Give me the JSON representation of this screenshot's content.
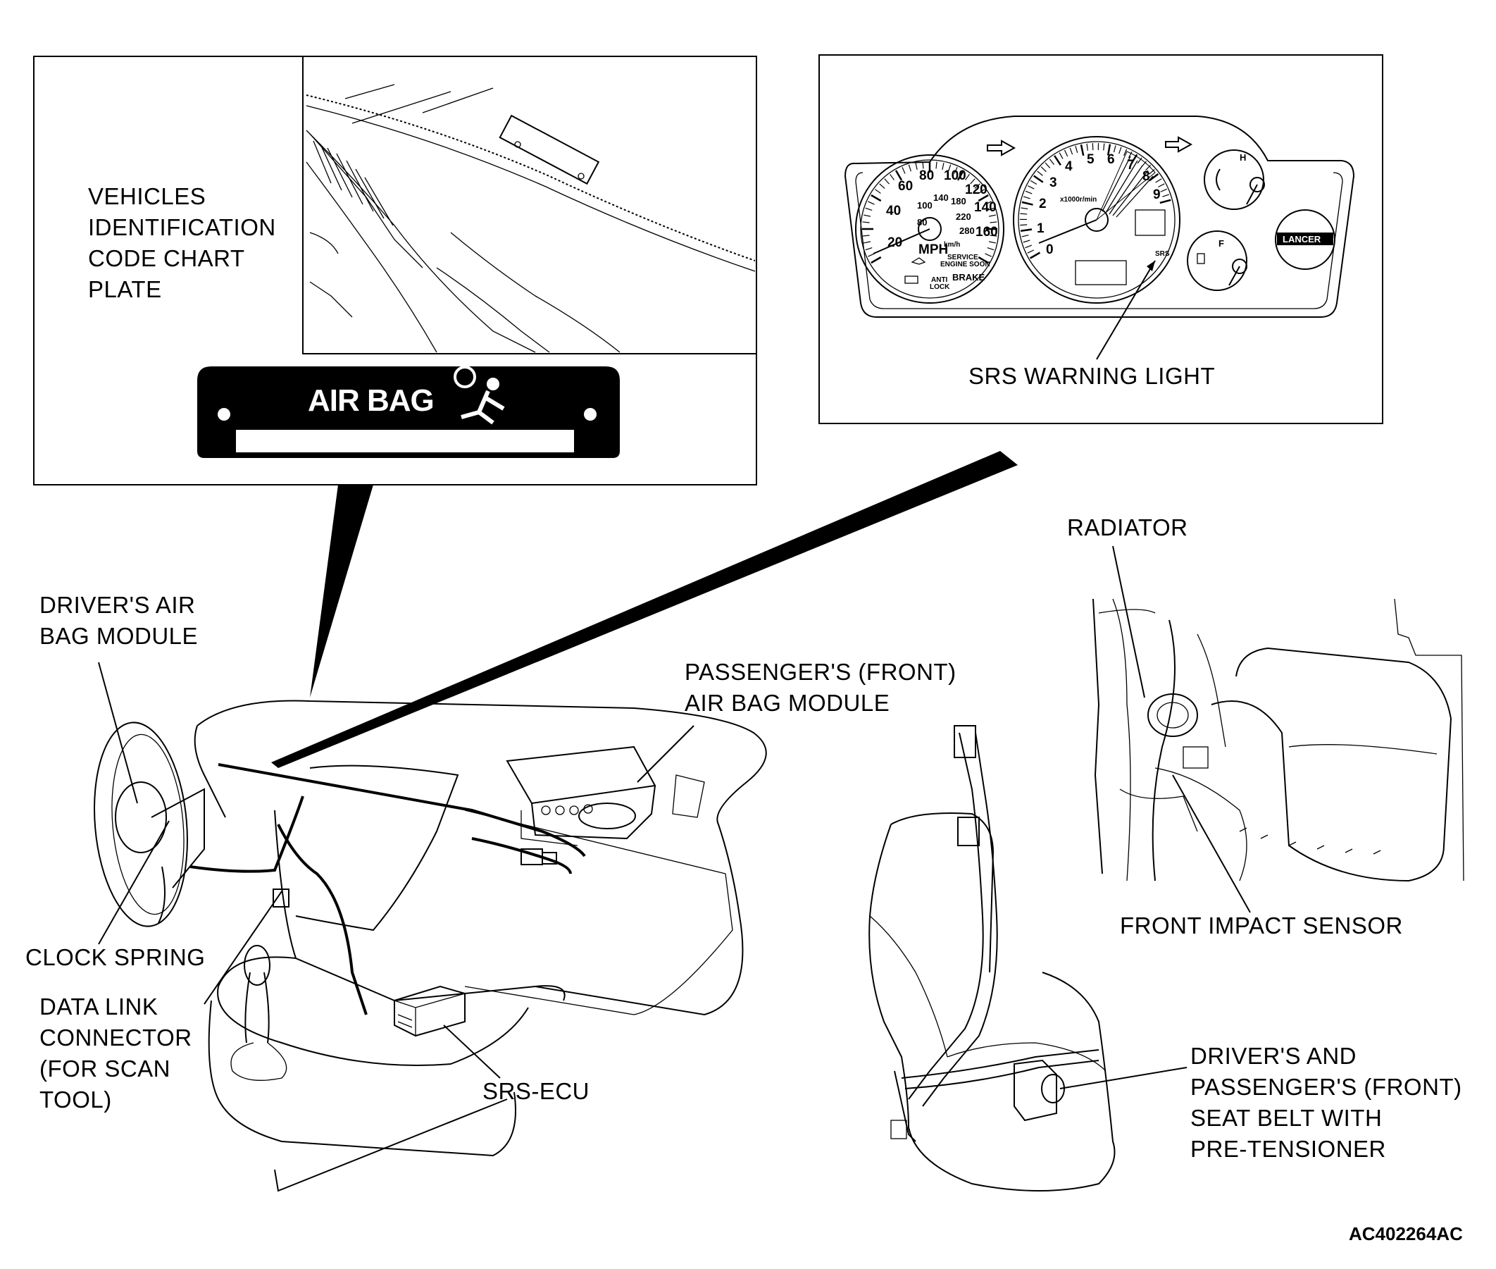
{
  "labels": {
    "vin_plate": [
      "VEHICLES",
      "IDENTIFICATION",
      "CODE CHART",
      "PLATE"
    ],
    "air_bag_plate": "AIR BAG",
    "srs_warning_light": "SRS WARNING LIGHT",
    "drivers_air_bag": [
      "DRIVER'S AIR",
      "BAG MODULE"
    ],
    "passengers_air_bag": [
      "PASSENGER'S (FRONT)",
      "AIR BAG MODULE"
    ],
    "radiator": "RADIATOR",
    "front_impact_sensor": "FRONT IMPACT SENSOR",
    "clock_spring": "CLOCK SPRING",
    "data_link_connector": [
      "DATA LINK",
      "CONNECTOR",
      "(FOR SCAN",
      "TOOL)"
    ],
    "srs_ecu": "SRS-ECU",
    "seat_belt": [
      "DRIVER'S AND",
      "PASSENGER'S (FRONT)",
      "SEAT BELT WITH",
      "PRE-TENSIONER"
    ],
    "figure_code": "AC402264AC"
  },
  "cluster": {
    "speed_mph": [
      "20",
      "40",
      "60",
      "80",
      "100",
      "120",
      "140",
      "160"
    ],
    "speed_kmh": [
      "80",
      "100",
      "140",
      "180",
      "220",
      "280"
    ],
    "rpm": [
      "0",
      "1",
      "2",
      "3",
      "4",
      "5",
      "6",
      "7",
      "8",
      "9"
    ],
    "mph": "MPH",
    "kmh": "km/h",
    "rpm_unit": "x1000r/min",
    "brake": "BRAKE",
    "anti_lock": [
      "ANTI",
      "LOCK"
    ],
    "service": [
      "SERVICE",
      "ENGINE SOON"
    ],
    "srs": "SRS",
    "lancer": "LANCER",
    "fuel_letter": "F",
    "temp_letter": "H"
  }
}
